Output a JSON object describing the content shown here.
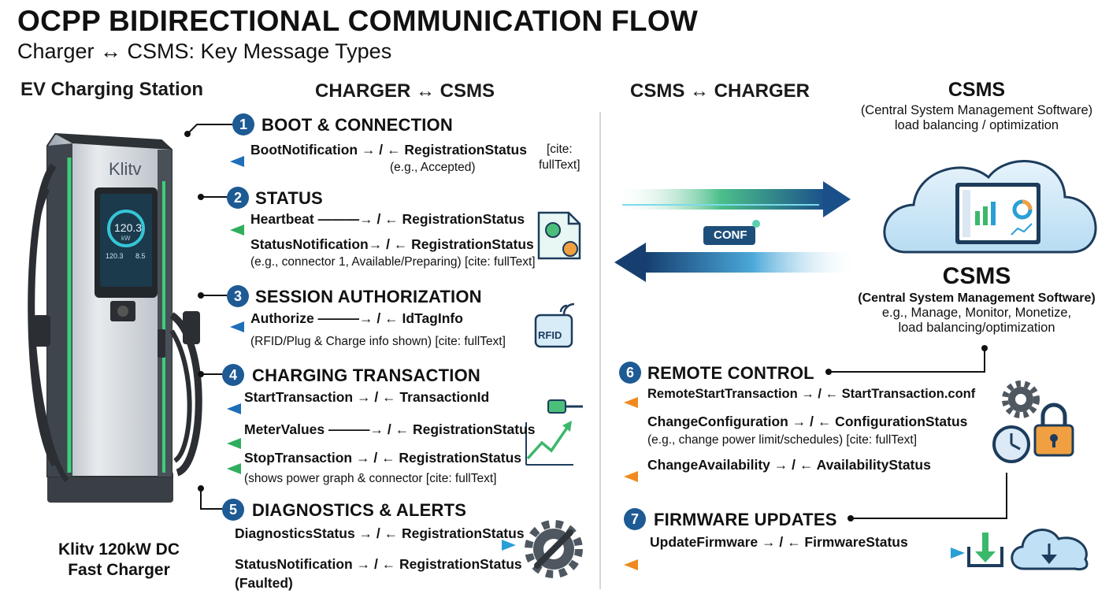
{
  "header": {
    "title": "OCPP BIDIRECTIONAL COMMUNICATION FLOW",
    "subtitle": "Charger ↔ CSMS: Key Message Types"
  },
  "columns": {
    "left_station": "EV Charging Station",
    "charger_to_csms": "CHARGER ↔ CSMS",
    "csms_to_charger": "CSMS ↔ CHARGER"
  },
  "charger": {
    "brand": "Klitv",
    "screen_value": "120.3",
    "screen_sub": "kW",
    "screen_left": "120.3",
    "screen_right": "8.5",
    "caption_line1": "Klitv 120kW DC",
    "caption_line2": "Fast Charger"
  },
  "csms_top": {
    "title": "CSMS",
    "line1": "(Central System Management Software)",
    "line2": "load balancing / optimization"
  },
  "csms_main": {
    "title": "CSMS",
    "line1": "(Central System Management Software)",
    "line2": "e.g., Manage, Monitor, Monetize,",
    "line3": "load balancing/optimization"
  },
  "flow": {
    "conf_label": "CONF"
  },
  "sections": {
    "boot": {
      "number": "1",
      "title": "BOOT & CONNECTION",
      "msg1": "BootNotification → / ← RegistrationStatus",
      "note1": "(e.g., Accepted)",
      "cite1": "[cite:",
      "cite2": "fullText]"
    },
    "status": {
      "number": "2",
      "title": "STATUS",
      "msg1": "Heartbeat ———→ / ← RegistrationStatus",
      "msg2": "StatusNotification→ / ← RegistrationStatus",
      "note1": "(e.g., connector 1, Available/Preparing) [cite: fullText]"
    },
    "auth": {
      "number": "3",
      "title": "SESSION AUTHORIZATION",
      "msg1": "Authorize ———→ / ← IdTagInfo",
      "note1": "(RFID/Plug & Charge info shown) [cite: fullText]",
      "rfid_label": "RFID"
    },
    "transaction": {
      "number": "4",
      "title": "CHARGING TRANSACTION",
      "msg1": "StartTransaction → / ← TransactionId",
      "msg2": "MeterValues ———→ / ← RegistrationStatus",
      "msg3": "StopTransaction → / ← RegistrationStatus",
      "note1": "(shows power graph & connector [cite: fullText]"
    },
    "diagnostics": {
      "number": "5",
      "title": "DIAGNOSTICS & ALERTS",
      "msg1": "DiagnosticsStatus → / ← RegistrationStatus",
      "msg2": "StatusNotification → / ← RegistrationStatus",
      "msg3": "(Faulted)"
    },
    "remote": {
      "number": "6",
      "title": "REMOTE CONTROL",
      "msg1": "RemoteStartTransaction → / ← StartTransaction.conf",
      "msg2": "ChangeConfiguration → / ← ConfigurationStatus",
      "note1": "(e.g., change power limit/schedules) [cite: fullText]",
      "msg3": "ChangeAvailability → / ← AvailabilityStatus"
    },
    "firmware": {
      "number": "7",
      "title": "FIRMWARE UPDATES",
      "msg1": "UpdateFirmware → / ← FirmwareStatus"
    }
  },
  "colors": {
    "primary_blue": "#1e5a94",
    "arrow_blue": "#2a9fd6",
    "arrow_green": "#3cb86a",
    "arrow_orange": "#f0a040",
    "charger_green": "#3ad17a"
  }
}
